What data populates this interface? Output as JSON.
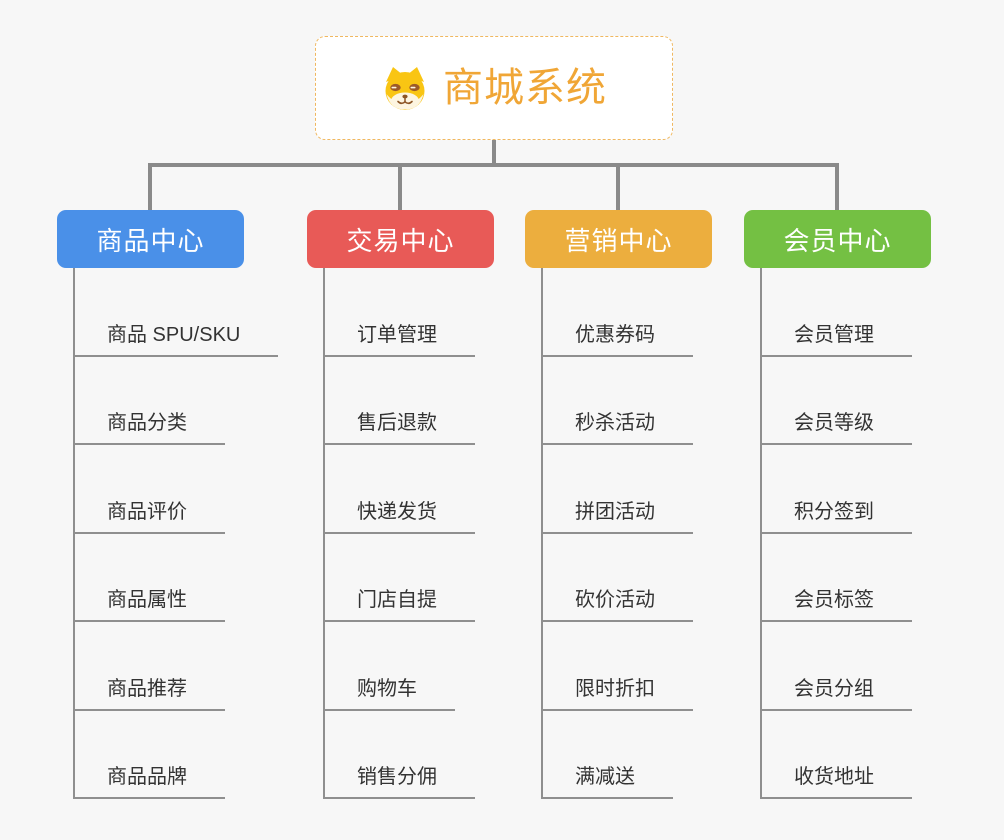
{
  "page": {
    "background": "#f7f7f7"
  },
  "root": {
    "title": "商城系统",
    "icon": "dog-face-icon",
    "title_color": "#f0a636",
    "border_color": "#f0b860"
  },
  "connectors": {
    "color": "#8a8a8a",
    "underline_color": "#8f8f8f"
  },
  "branches": [
    {
      "label": "商品中心",
      "color": "#4a90e8",
      "items": [
        "商品 SPU/SKU",
        "商品分类",
        "商品评价",
        "商品属性",
        "商品推荐",
        "商品品牌"
      ]
    },
    {
      "label": "交易中心",
      "color": "#e85a57",
      "items": [
        "订单管理",
        "售后退款",
        "快递发货",
        "门店自提",
        "购物车",
        "销售分佣"
      ]
    },
    {
      "label": "营销中心",
      "color": "#ecae3e",
      "items": [
        "优惠券码",
        "秒杀活动",
        "拼团活动",
        "砍价活动",
        "限时折扣",
        "满减送"
      ]
    },
    {
      "label": "会员中心",
      "color": "#74c043",
      "items": [
        "会员管理",
        "会员等级",
        "积分签到",
        "会员标签",
        "会员分组",
        "收货地址"
      ]
    }
  ]
}
